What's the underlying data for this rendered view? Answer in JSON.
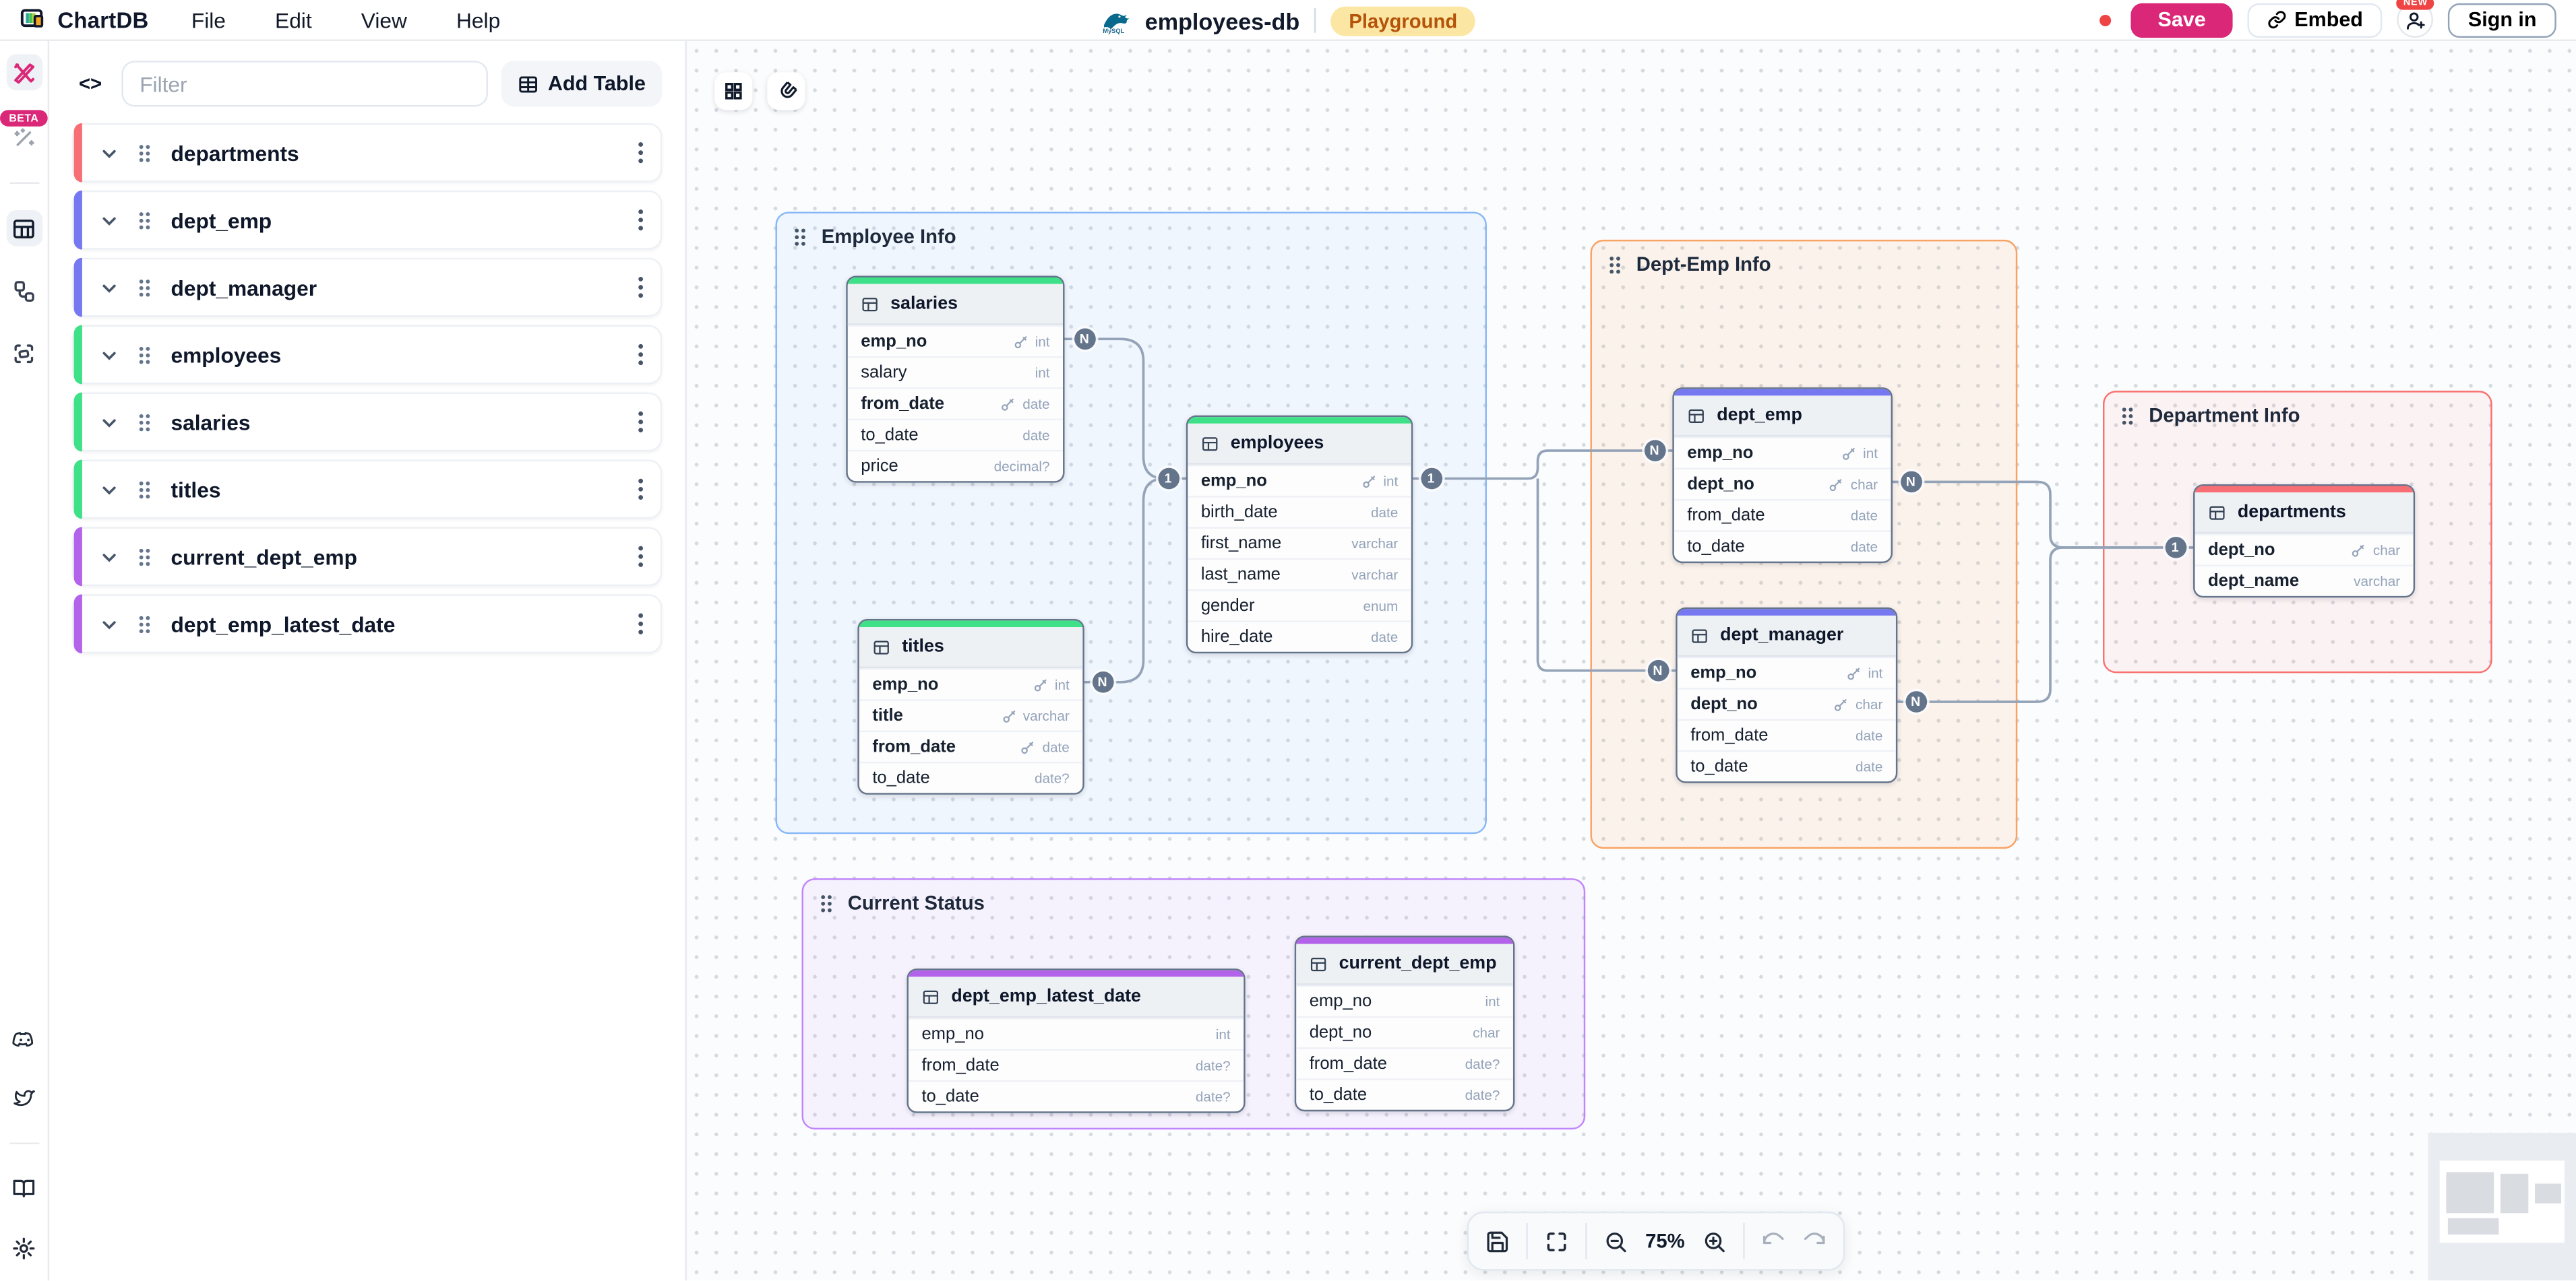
{
  "header": {
    "brand": "ChartDB",
    "menus": [
      {
        "label": "File"
      },
      {
        "label": "Edit"
      },
      {
        "label": "View"
      },
      {
        "label": "Help"
      }
    ],
    "diagram_name": "employees-db",
    "env_badge": "Playground",
    "save": "Save",
    "embed": "Embed",
    "new_badge": "NEW",
    "sign_in": "Sign in"
  },
  "rail": {
    "beta_badge": "BETA"
  },
  "sidebar": {
    "filter_placeholder": "Filter",
    "add_table": "Add Table",
    "tables": [
      {
        "name": "departments",
        "color": "#f76f75"
      },
      {
        "name": "dept_emp",
        "color": "#7678f1"
      },
      {
        "name": "dept_manager",
        "color": "#7678f1"
      },
      {
        "name": "employees",
        "color": "#3ee088"
      },
      {
        "name": "salaries",
        "color": "#3ee088"
      },
      {
        "name": "titles",
        "color": "#3ee088"
      },
      {
        "name": "current_dept_emp",
        "color": "#b263ea"
      },
      {
        "name": "dept_emp_latest_date",
        "color": "#b263ea"
      }
    ]
  },
  "canvas": {
    "areas": [
      {
        "label": "Employee Info",
        "border": "#86b7f7",
        "fill": "rgba(96,165,250,0.07)"
      },
      {
        "label": "Dept-Emp Info",
        "border": "#f8a263",
        "fill": "rgba(249,146,60,0.09)"
      },
      {
        "label": "Department Info",
        "border": "#f87171",
        "fill": "rgba(248,113,113,0.07)"
      },
      {
        "label": "Current Status",
        "border": "#c084fc",
        "fill": "rgba(192,132,252,0.08)"
      }
    ],
    "tables": [
      {
        "name": "salaries",
        "color": "#3ee088",
        "fields": [
          {
            "name": "emp_no",
            "type": "int"
          },
          {
            "name": "salary",
            "type": "int"
          },
          {
            "name": "from_date",
            "type": "date"
          },
          {
            "name": "to_date",
            "type": "date"
          },
          {
            "name": "price",
            "type": "decimal?"
          }
        ]
      },
      {
        "name": "titles",
        "color": "#3ee088",
        "fields": [
          {
            "name": "emp_no",
            "type": "int"
          },
          {
            "name": "title",
            "type": "varchar"
          },
          {
            "name": "from_date",
            "type": "date"
          },
          {
            "name": "to_date",
            "type": "date?"
          }
        ]
      },
      {
        "name": "employees",
        "color": "#3ee088",
        "fields": [
          {
            "name": "emp_no",
            "type": "int"
          },
          {
            "name": "birth_date",
            "type": "date"
          },
          {
            "name": "first_name",
            "type": "varchar"
          },
          {
            "name": "last_name",
            "type": "varchar"
          },
          {
            "name": "gender",
            "type": "enum"
          },
          {
            "name": "hire_date",
            "type": "date"
          }
        ]
      },
      {
        "name": "dept_emp",
        "color": "#7678f1",
        "fields": [
          {
            "name": "emp_no",
            "type": "int"
          },
          {
            "name": "dept_no",
            "type": "char"
          },
          {
            "name": "from_date",
            "type": "date"
          },
          {
            "name": "to_date",
            "type": "date"
          }
        ]
      },
      {
        "name": "dept_manager",
        "color": "#7678f1",
        "fields": [
          {
            "name": "emp_no",
            "type": "int"
          },
          {
            "name": "dept_no",
            "type": "char"
          },
          {
            "name": "from_date",
            "type": "date"
          },
          {
            "name": "to_date",
            "type": "date"
          }
        ]
      },
      {
        "name": "departments",
        "color": "#f76f75",
        "fields": [
          {
            "name": "dept_no",
            "type": "char"
          },
          {
            "name": "dept_name",
            "type": "varchar"
          }
        ]
      },
      {
        "name": "dept_emp_latest_date",
        "color": "#b263ea",
        "fields": [
          {
            "name": "emp_no",
            "type": "int"
          },
          {
            "name": "from_date",
            "type": "date?"
          },
          {
            "name": "to_date",
            "type": "date?"
          }
        ]
      },
      {
        "name": "current_dept_emp",
        "color": "#b263ea",
        "fields": [
          {
            "name": "emp_no",
            "type": "int"
          },
          {
            "name": "dept_no",
            "type": "char"
          },
          {
            "name": "from_date",
            "type": "date?"
          },
          {
            "name": "to_date",
            "type": "date?"
          }
        ]
      }
    ],
    "badges": [
      {
        "label": "N"
      },
      {
        "label": "1"
      },
      {
        "label": "1"
      },
      {
        "label": "N"
      },
      {
        "label": "N"
      },
      {
        "label": "N"
      },
      {
        "label": "N"
      },
      {
        "label": "N"
      },
      {
        "label": "1"
      }
    ]
  },
  "toolbar": {
    "zoom_level": "75%"
  }
}
